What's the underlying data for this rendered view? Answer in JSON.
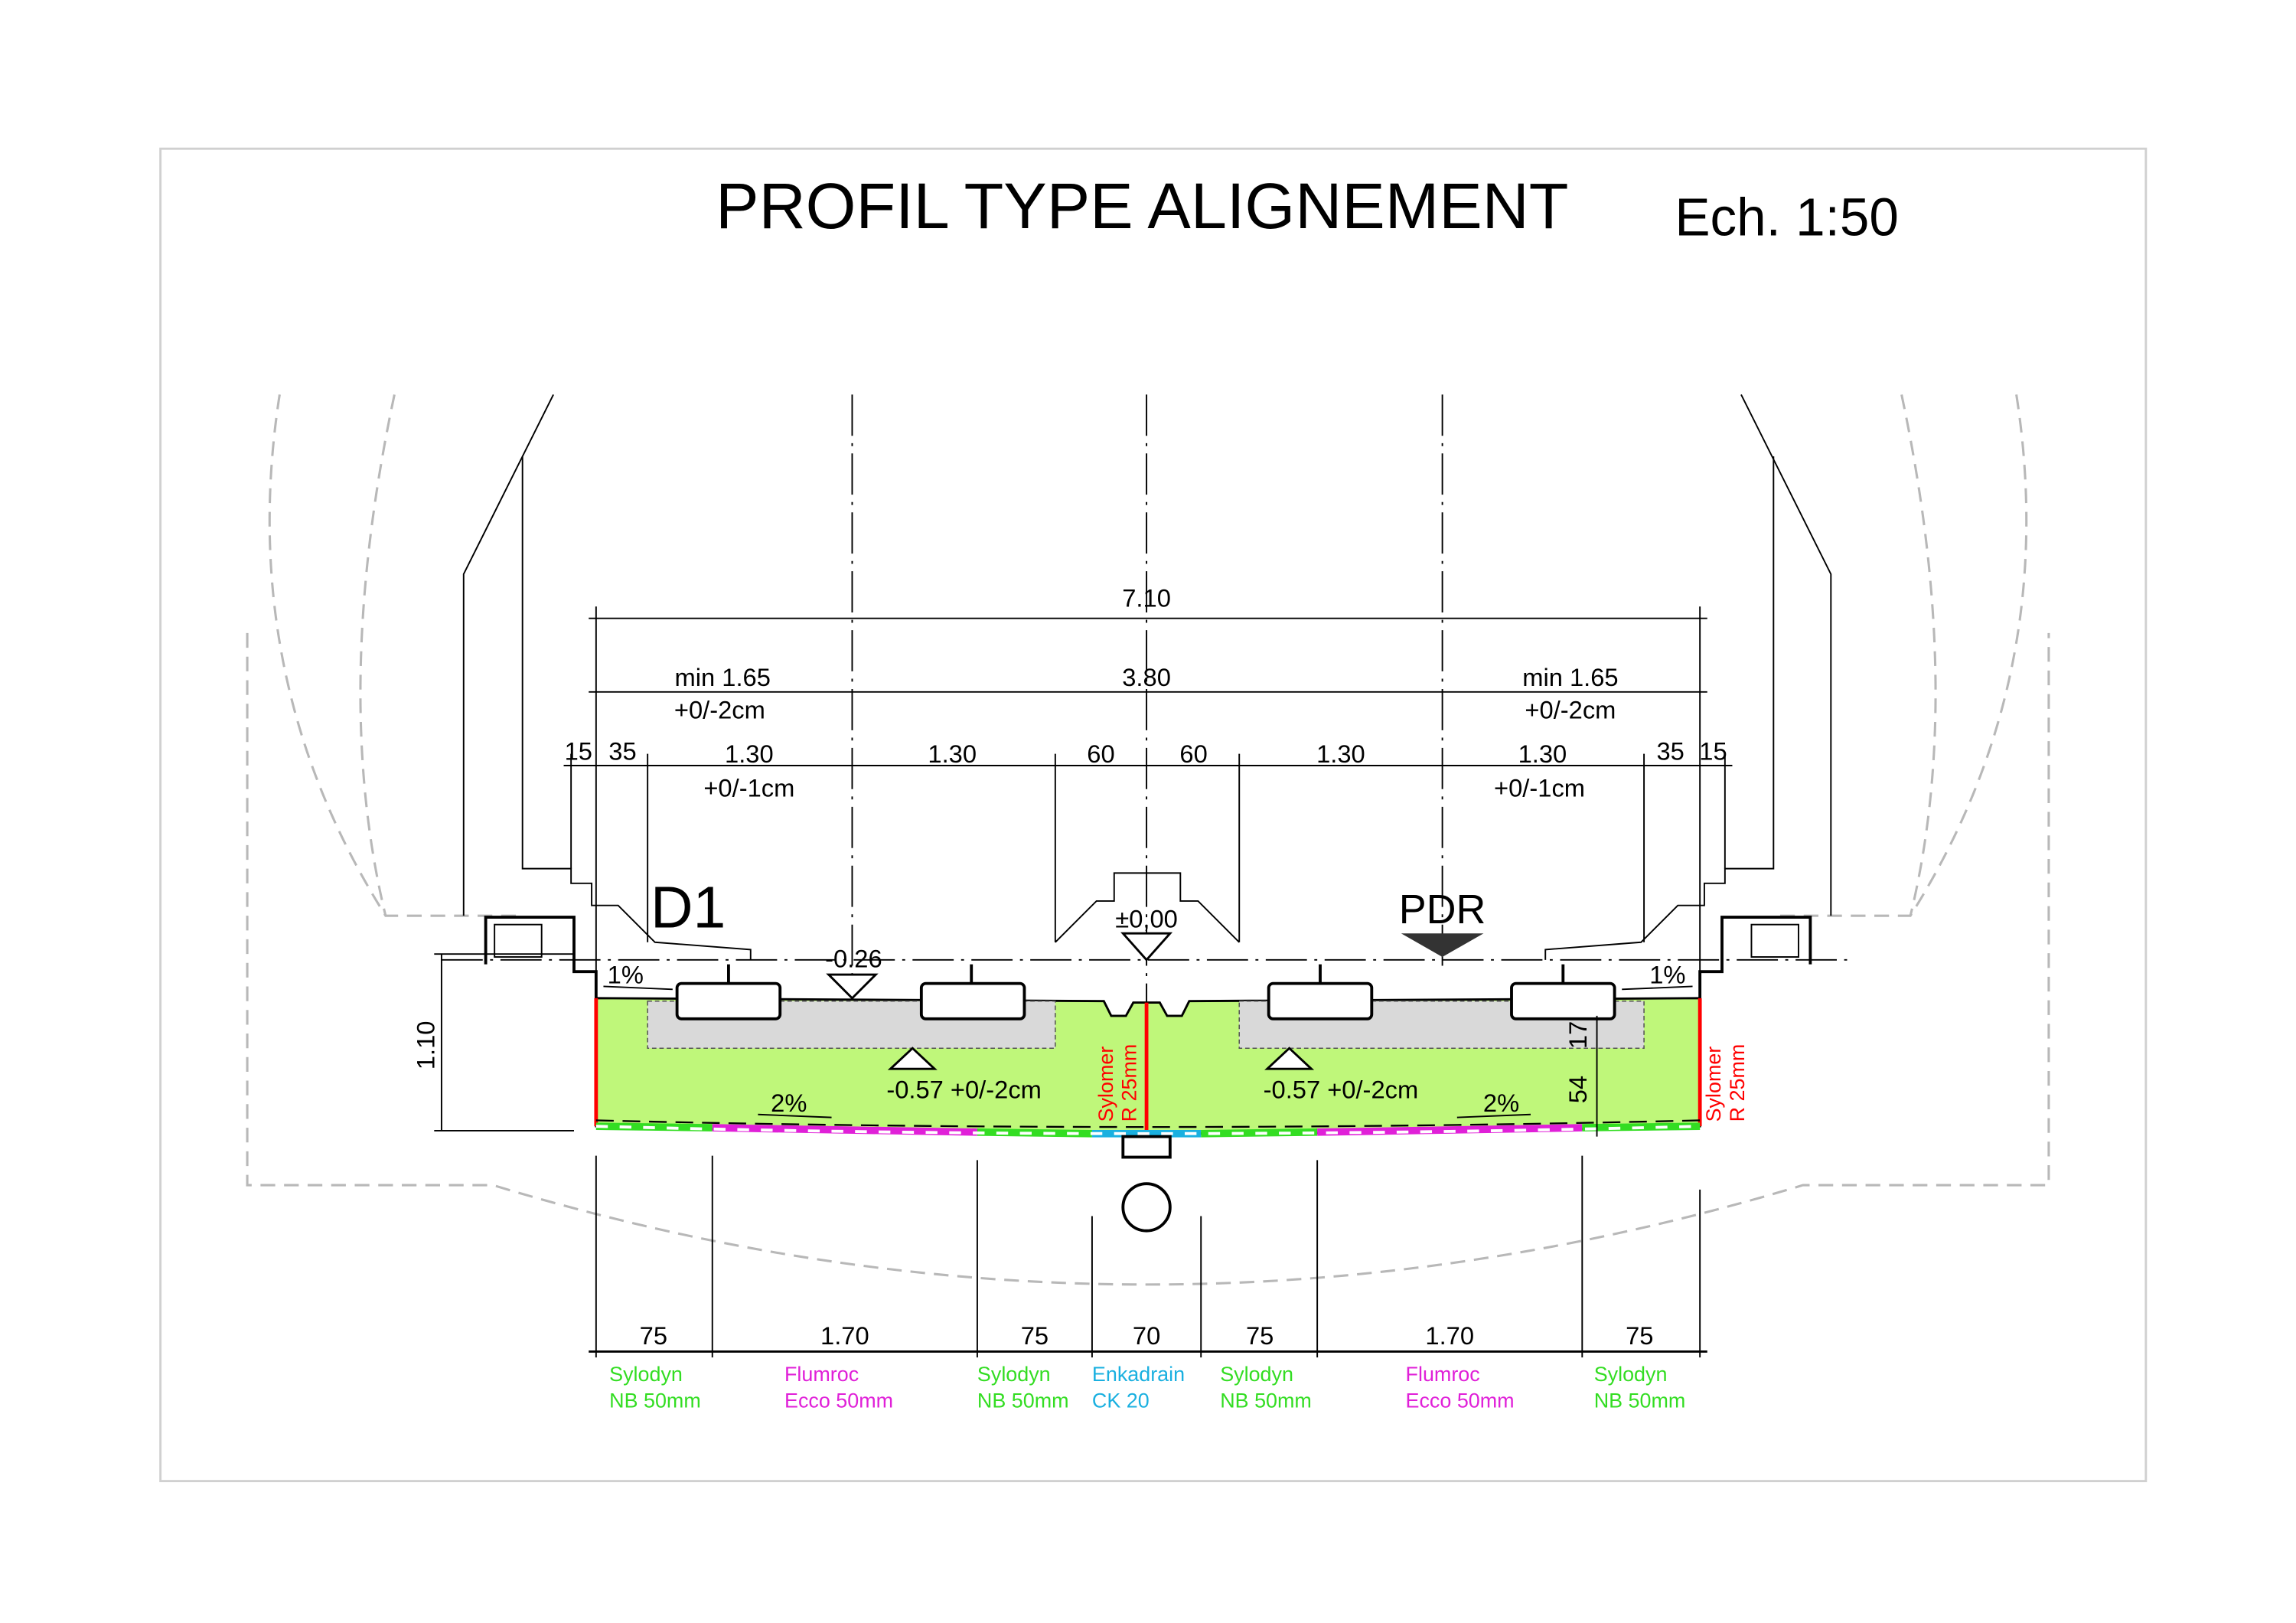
{
  "title": "PROFIL TYPE ALIGNEMENT",
  "scale": "Ech. 1:50",
  "colors": {
    "slab": "#bff77a",
    "ballast": "#d9d9d9",
    "sylomer": "#ff0000",
    "sylodyn": "#33dd22",
    "flumroc": "#e020d8",
    "enkadrain": "#1ab0e0"
  },
  "top_dims": {
    "overall": "7.10",
    "row2": [
      {
        "label": "min 1.65",
        "tol": "+0/-2cm"
      },
      {
        "label": "3.80"
      },
      {
        "label": "min 1.65",
        "tol": "+0/-2cm"
      }
    ],
    "row3": [
      {
        "label": "15"
      },
      {
        "label": "35"
      },
      {
        "label": "1.30",
        "tol": "+0/-1cm"
      },
      {
        "label": "1.30"
      },
      {
        "label": "60"
      },
      {
        "label": "60"
      },
      {
        "label": "1.30"
      },
      {
        "label": "1.30",
        "tol": "+0/-1cm"
      },
      {
        "label": "35"
      },
      {
        "label": "15"
      }
    ]
  },
  "annotations": {
    "d1": "D1",
    "pdr": "PDR",
    "zero": "±0,00",
    "rail_level": "-0.26",
    "slab_level_left": "-0.57 +0/-2cm",
    "slab_level_right": "-0.57 +0/-2cm",
    "slope_left_top": "1%",
    "slope_right_top": "1%",
    "slope_left_bottom": "2%",
    "slope_right_bottom": "2%",
    "height": "1.10",
    "dim_54": "54",
    "dim_17": "17",
    "sylomer_center": [
      "Sylomer",
      "R 25mm"
    ],
    "sylomer_right": [
      "Sylomer",
      "R 25mm"
    ]
  },
  "bottom_dims": [
    {
      "value": "75",
      "material": [
        "Sylodyn",
        "NB 50mm"
      ],
      "type": "sylodyn"
    },
    {
      "value": "1.70",
      "material": [
        "Flumroc",
        "Ecco 50mm"
      ],
      "type": "flumroc"
    },
    {
      "value": "75",
      "material": [
        "Sylodyn",
        "NB 50mm"
      ],
      "type": "sylodyn"
    },
    {
      "value": "70",
      "material": [
        "Enkadrain",
        "CK 20"
      ],
      "type": "enkadrain"
    },
    {
      "value": "75",
      "material": [
        "Sylodyn",
        "NB 50mm"
      ],
      "type": "sylodyn"
    },
    {
      "value": "1.70",
      "material": [
        "Flumroc",
        "Ecco 50mm"
      ],
      "type": "flumroc"
    },
    {
      "value": "75",
      "material": [
        "Sylodyn",
        "NB 50mm"
      ],
      "type": "sylodyn"
    }
  ]
}
